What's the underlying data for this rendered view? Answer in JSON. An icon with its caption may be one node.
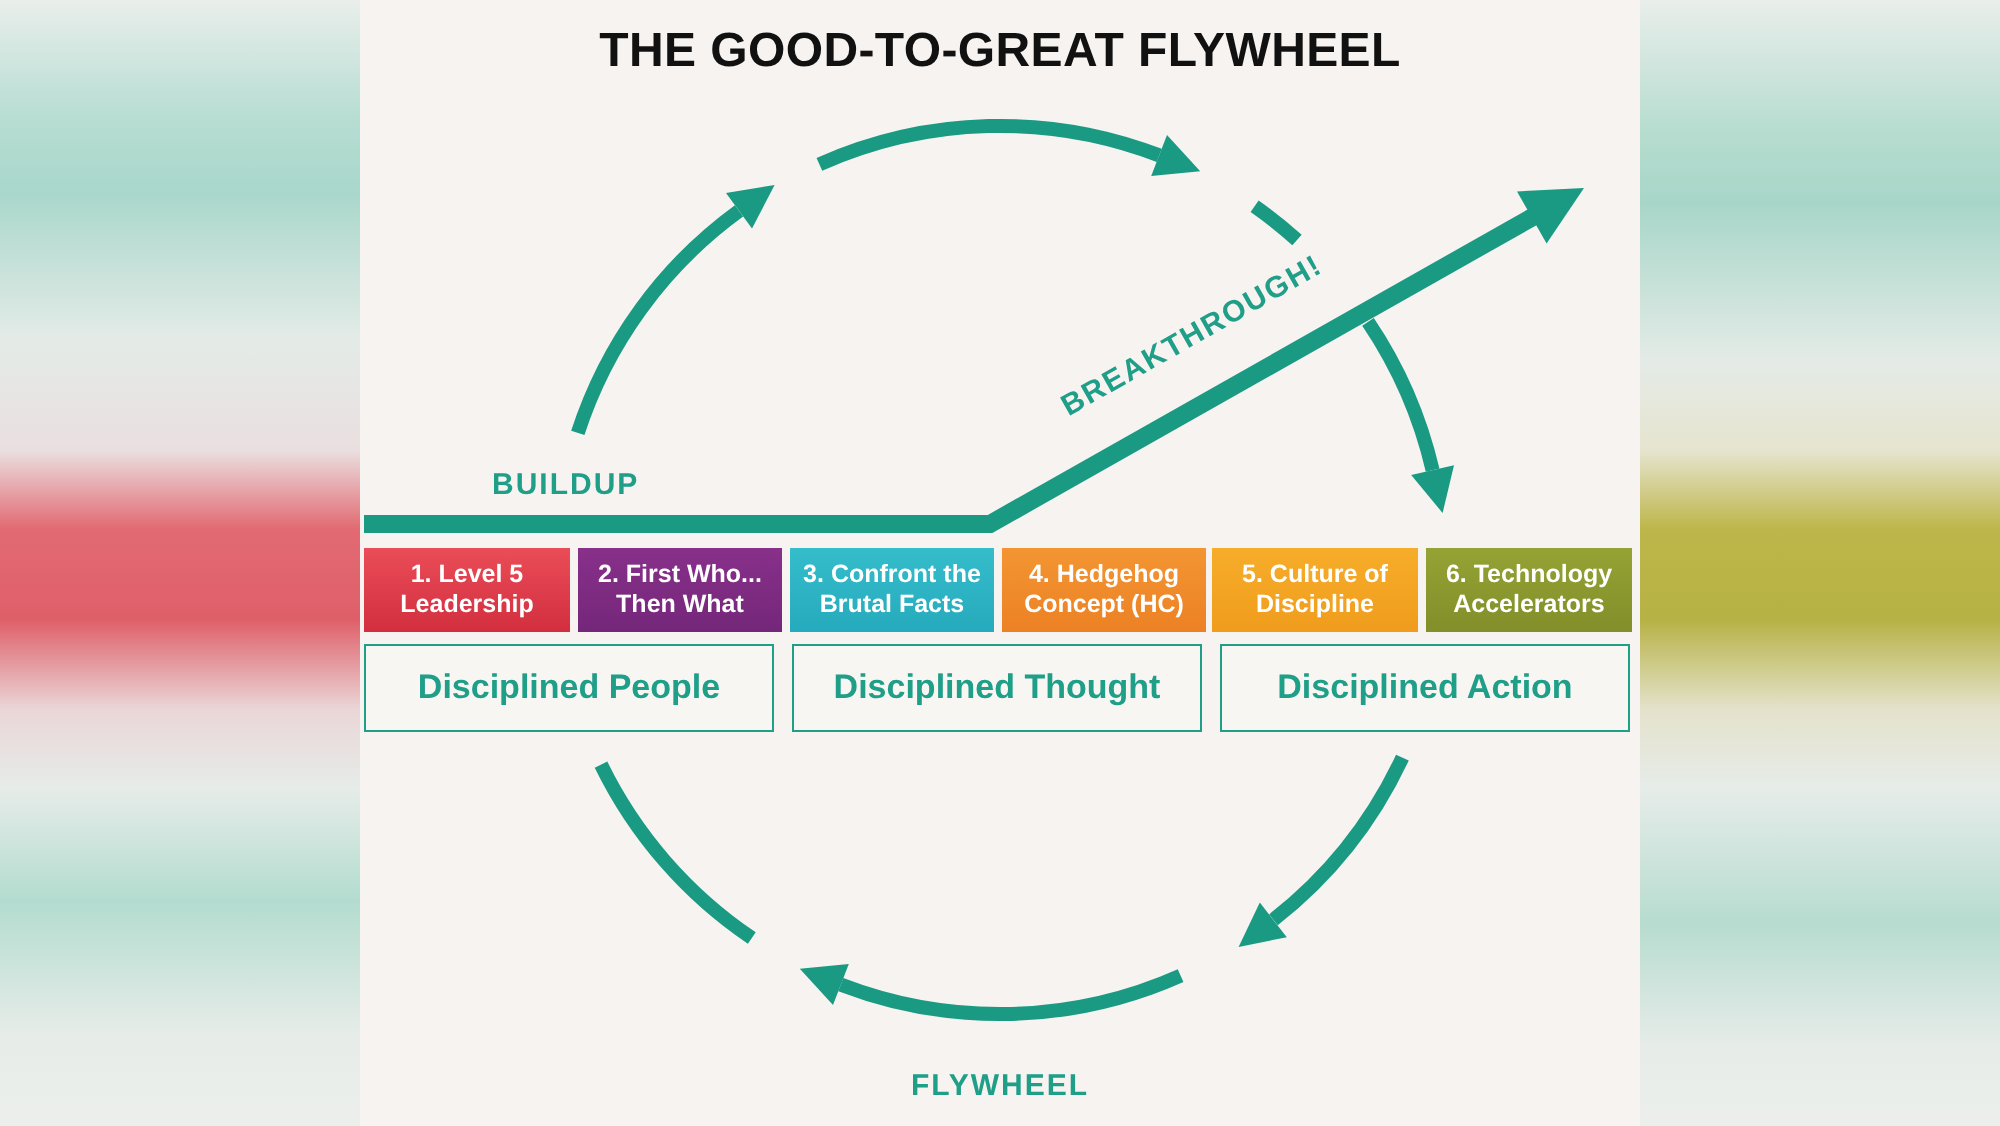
{
  "diagram": {
    "title": "THE GOOD-TO-GREAT FLYWHEEL",
    "nodes": [
      {
        "text": [
          "1. Level 5 Leadership"
        ]
      },
      {
        "text": [
          "2. First Who... Then What"
        ]
      },
      {
        "text": [
          "3. Confront the Brutal Facts"
        ]
      },
      {
        "text": [
          "4. Hedgehog Concept (HC)"
        ]
      },
      {
        "text": [
          "5. Culture of Discipline"
        ]
      },
      {
        "text": [
          "6. Technology Accelerators"
        ]
      },
      {
        "text": [
          "Disciplined People"
        ]
      },
      {
        "text": [
          "Disciplined Thought"
        ]
      },
      {
        "text": [
          "Disciplined Action"
        ]
      }
    ],
    "labels": [
      "BUILDUP",
      "BREAKTHROUGH!",
      "FLYWHEEL"
    ]
  }
}
